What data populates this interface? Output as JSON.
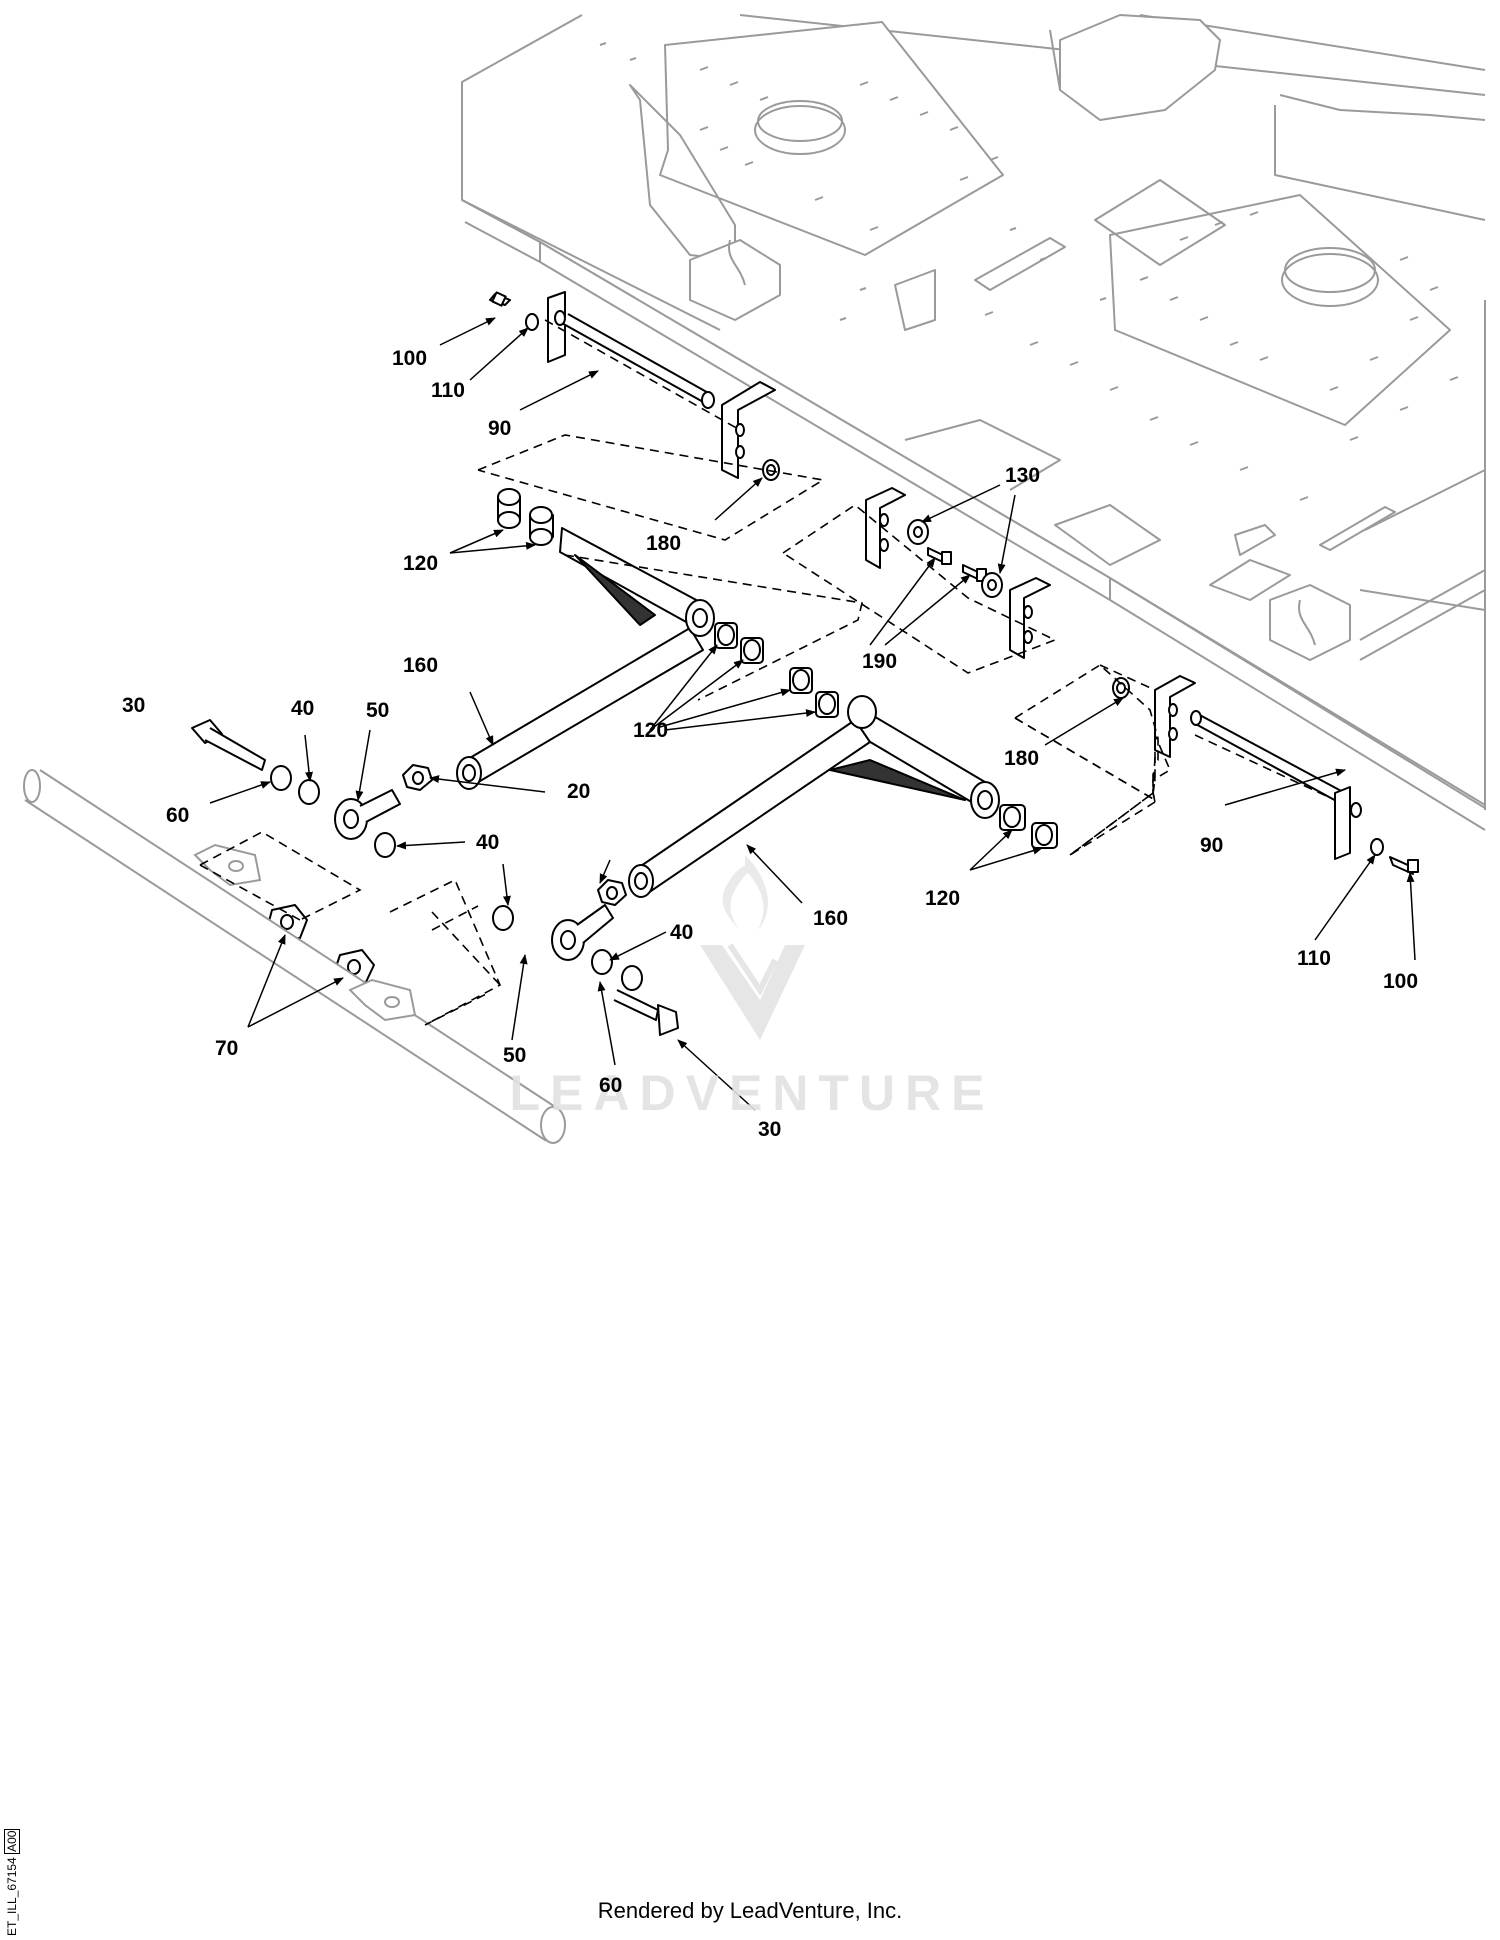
{
  "callouts": [
    {
      "id": "c-100a",
      "text": "100"
    },
    {
      "id": "c-110a",
      "text": "110"
    },
    {
      "id": "c-90a",
      "text": "90"
    },
    {
      "id": "c-180a",
      "text": "180"
    },
    {
      "id": "c-120a",
      "text": "120"
    },
    {
      "id": "c-130",
      "text": "130"
    },
    {
      "id": "c-190",
      "text": "190"
    },
    {
      "id": "c-160a",
      "text": "160"
    },
    {
      "id": "c-120b",
      "text": "120"
    },
    {
      "id": "c-30a",
      "text": "30"
    },
    {
      "id": "c-40a",
      "text": "40"
    },
    {
      "id": "c-50a",
      "text": "50"
    },
    {
      "id": "c-60a",
      "text": "60"
    },
    {
      "id": "c-20",
      "text": "20"
    },
    {
      "id": "c-40b",
      "text": "40"
    },
    {
      "id": "c-180b",
      "text": "180"
    },
    {
      "id": "c-90b",
      "text": "90"
    },
    {
      "id": "c-40c",
      "text": "40"
    },
    {
      "id": "c-160b",
      "text": "160"
    },
    {
      "id": "c-120c",
      "text": "120"
    },
    {
      "id": "c-110b",
      "text": "110"
    },
    {
      "id": "c-100b",
      "text": "100"
    },
    {
      "id": "c-70",
      "text": "70"
    },
    {
      "id": "c-50b",
      "text": "50"
    },
    {
      "id": "c-60b",
      "text": "60"
    },
    {
      "id": "c-30b",
      "text": "30"
    }
  ],
  "watermark": {
    "text": "LEADVENTURE"
  },
  "footer": {
    "text": "Rendered by LeadVenture, Inc."
  },
  "side_id": {
    "text": "ET_ILL_67154",
    "revision": "A00"
  }
}
